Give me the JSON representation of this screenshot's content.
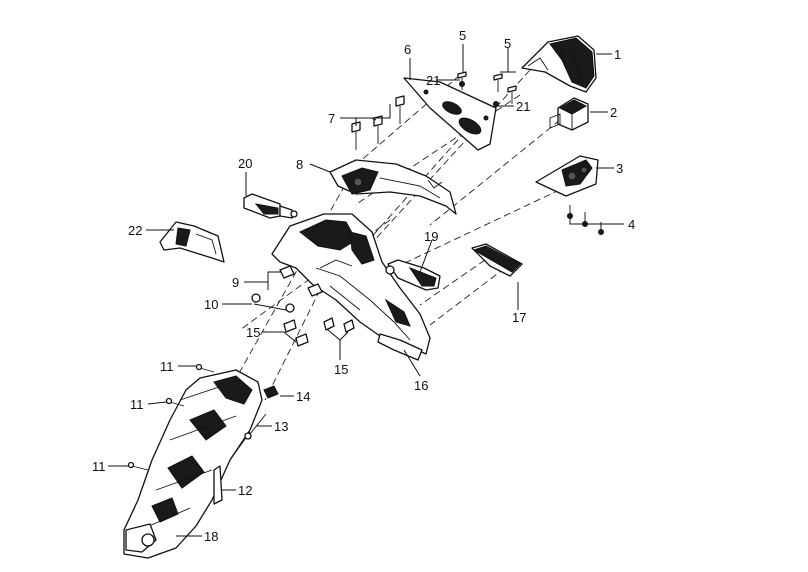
{
  "callouts": [
    "1",
    "2",
    "3",
    "4",
    "5",
    "5",
    "6",
    "7",
    "8",
    "9",
    "10",
    "11",
    "11",
    "11",
    "12",
    "13",
    "14",
    "15",
    "15",
    "16",
    "17",
    "18",
    "19",
    "20",
    "21",
    "21",
    "22"
  ]
}
